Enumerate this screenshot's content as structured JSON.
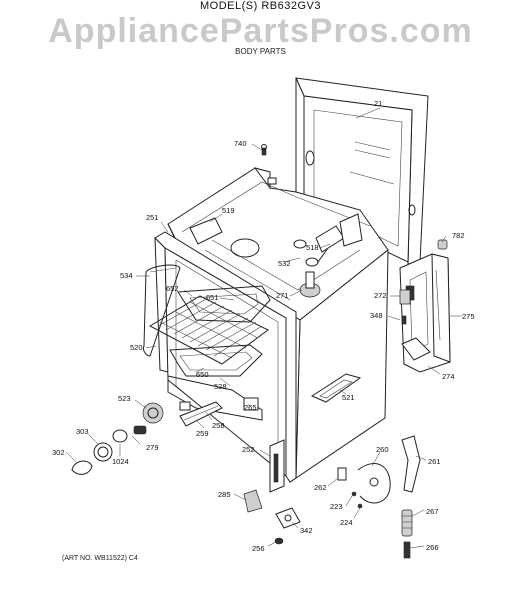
{
  "header": {
    "model": "MODEL(S) RB632GV3",
    "watermark": "AppliancePartsPros.com",
    "section": "BODY PARTS"
  },
  "footer": {
    "art_no": "(ART NO. WB11522) C4"
  },
  "callouts": [
    {
      "id": "c21",
      "text": "21"
    },
    {
      "id": "c740",
      "text": "740"
    },
    {
      "id": "c251",
      "text": "251"
    },
    {
      "id": "c519",
      "text": "519"
    },
    {
      "id": "c782",
      "text": "782"
    },
    {
      "id": "c518",
      "text": "518"
    },
    {
      "id": "c532",
      "text": "532"
    },
    {
      "id": "c534",
      "text": "534"
    },
    {
      "id": "c652",
      "text": "652"
    },
    {
      "id": "c651",
      "text": "651"
    },
    {
      "id": "c271",
      "text": "271"
    },
    {
      "id": "c272",
      "text": "272"
    },
    {
      "id": "c348",
      "text": "348"
    },
    {
      "id": "c275",
      "text": "275"
    },
    {
      "id": "c520",
      "text": "520"
    },
    {
      "id": "c274",
      "text": "274"
    },
    {
      "id": "c650",
      "text": "650"
    },
    {
      "id": "c528",
      "text": "528"
    },
    {
      "id": "c521",
      "text": "521"
    },
    {
      "id": "c523",
      "text": "523"
    },
    {
      "id": "c265",
      "text": "265"
    },
    {
      "id": "c258",
      "text": "258"
    },
    {
      "id": "c303",
      "text": "303"
    },
    {
      "id": "c279",
      "text": "279"
    },
    {
      "id": "c259",
      "text": "259"
    },
    {
      "id": "c302",
      "text": "302"
    },
    {
      "id": "c1024",
      "text": "1024"
    },
    {
      "id": "c252",
      "text": "252"
    },
    {
      "id": "c260",
      "text": "260"
    },
    {
      "id": "c261",
      "text": "261"
    },
    {
      "id": "c262",
      "text": "262"
    },
    {
      "id": "c285",
      "text": "285"
    },
    {
      "id": "c223",
      "text": "223"
    },
    {
      "id": "c224",
      "text": "224"
    },
    {
      "id": "c267",
      "text": "267"
    },
    {
      "id": "c342",
      "text": "342"
    },
    {
      "id": "c256",
      "text": "256"
    },
    {
      "id": "c266",
      "text": "266"
    }
  ]
}
